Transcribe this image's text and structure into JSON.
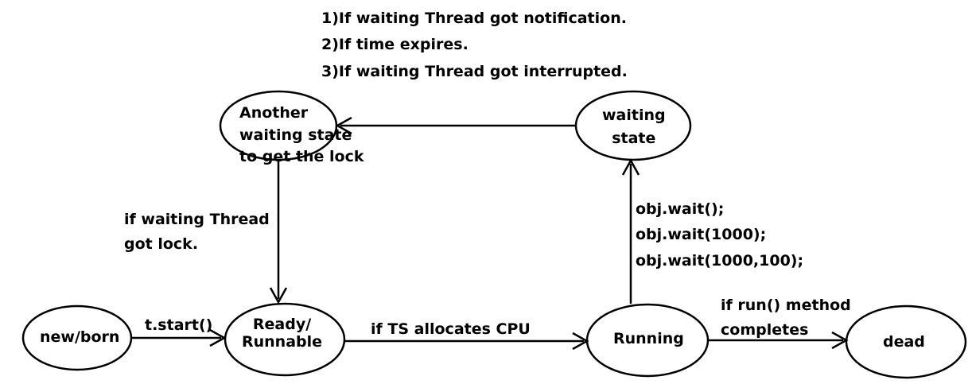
{
  "conditions": [
    "1)If waiting Thread got notification.",
    "2)If time expires.",
    "3)If waiting Thread got interrupted."
  ],
  "states": {
    "new_born": "new/born",
    "ready": [
      "Ready/",
      "Runnable"
    ],
    "running": "Running",
    "dead": "dead",
    "waiting": [
      "waiting",
      "state"
    ],
    "another_waiting": [
      "Another",
      "waiting state",
      "to get the lock"
    ]
  },
  "transitions": {
    "start": "t.start()",
    "allocate_cpu": "if TS allocates CPU",
    "run_completes": [
      "if run() method",
      "completes"
    ],
    "wait_calls": [
      "obj.wait();",
      "obj.wait(1000);",
      "obj.wait(1000,100);"
    ],
    "got_lock": [
      "if waiting Thread",
      "got lock."
    ]
  }
}
